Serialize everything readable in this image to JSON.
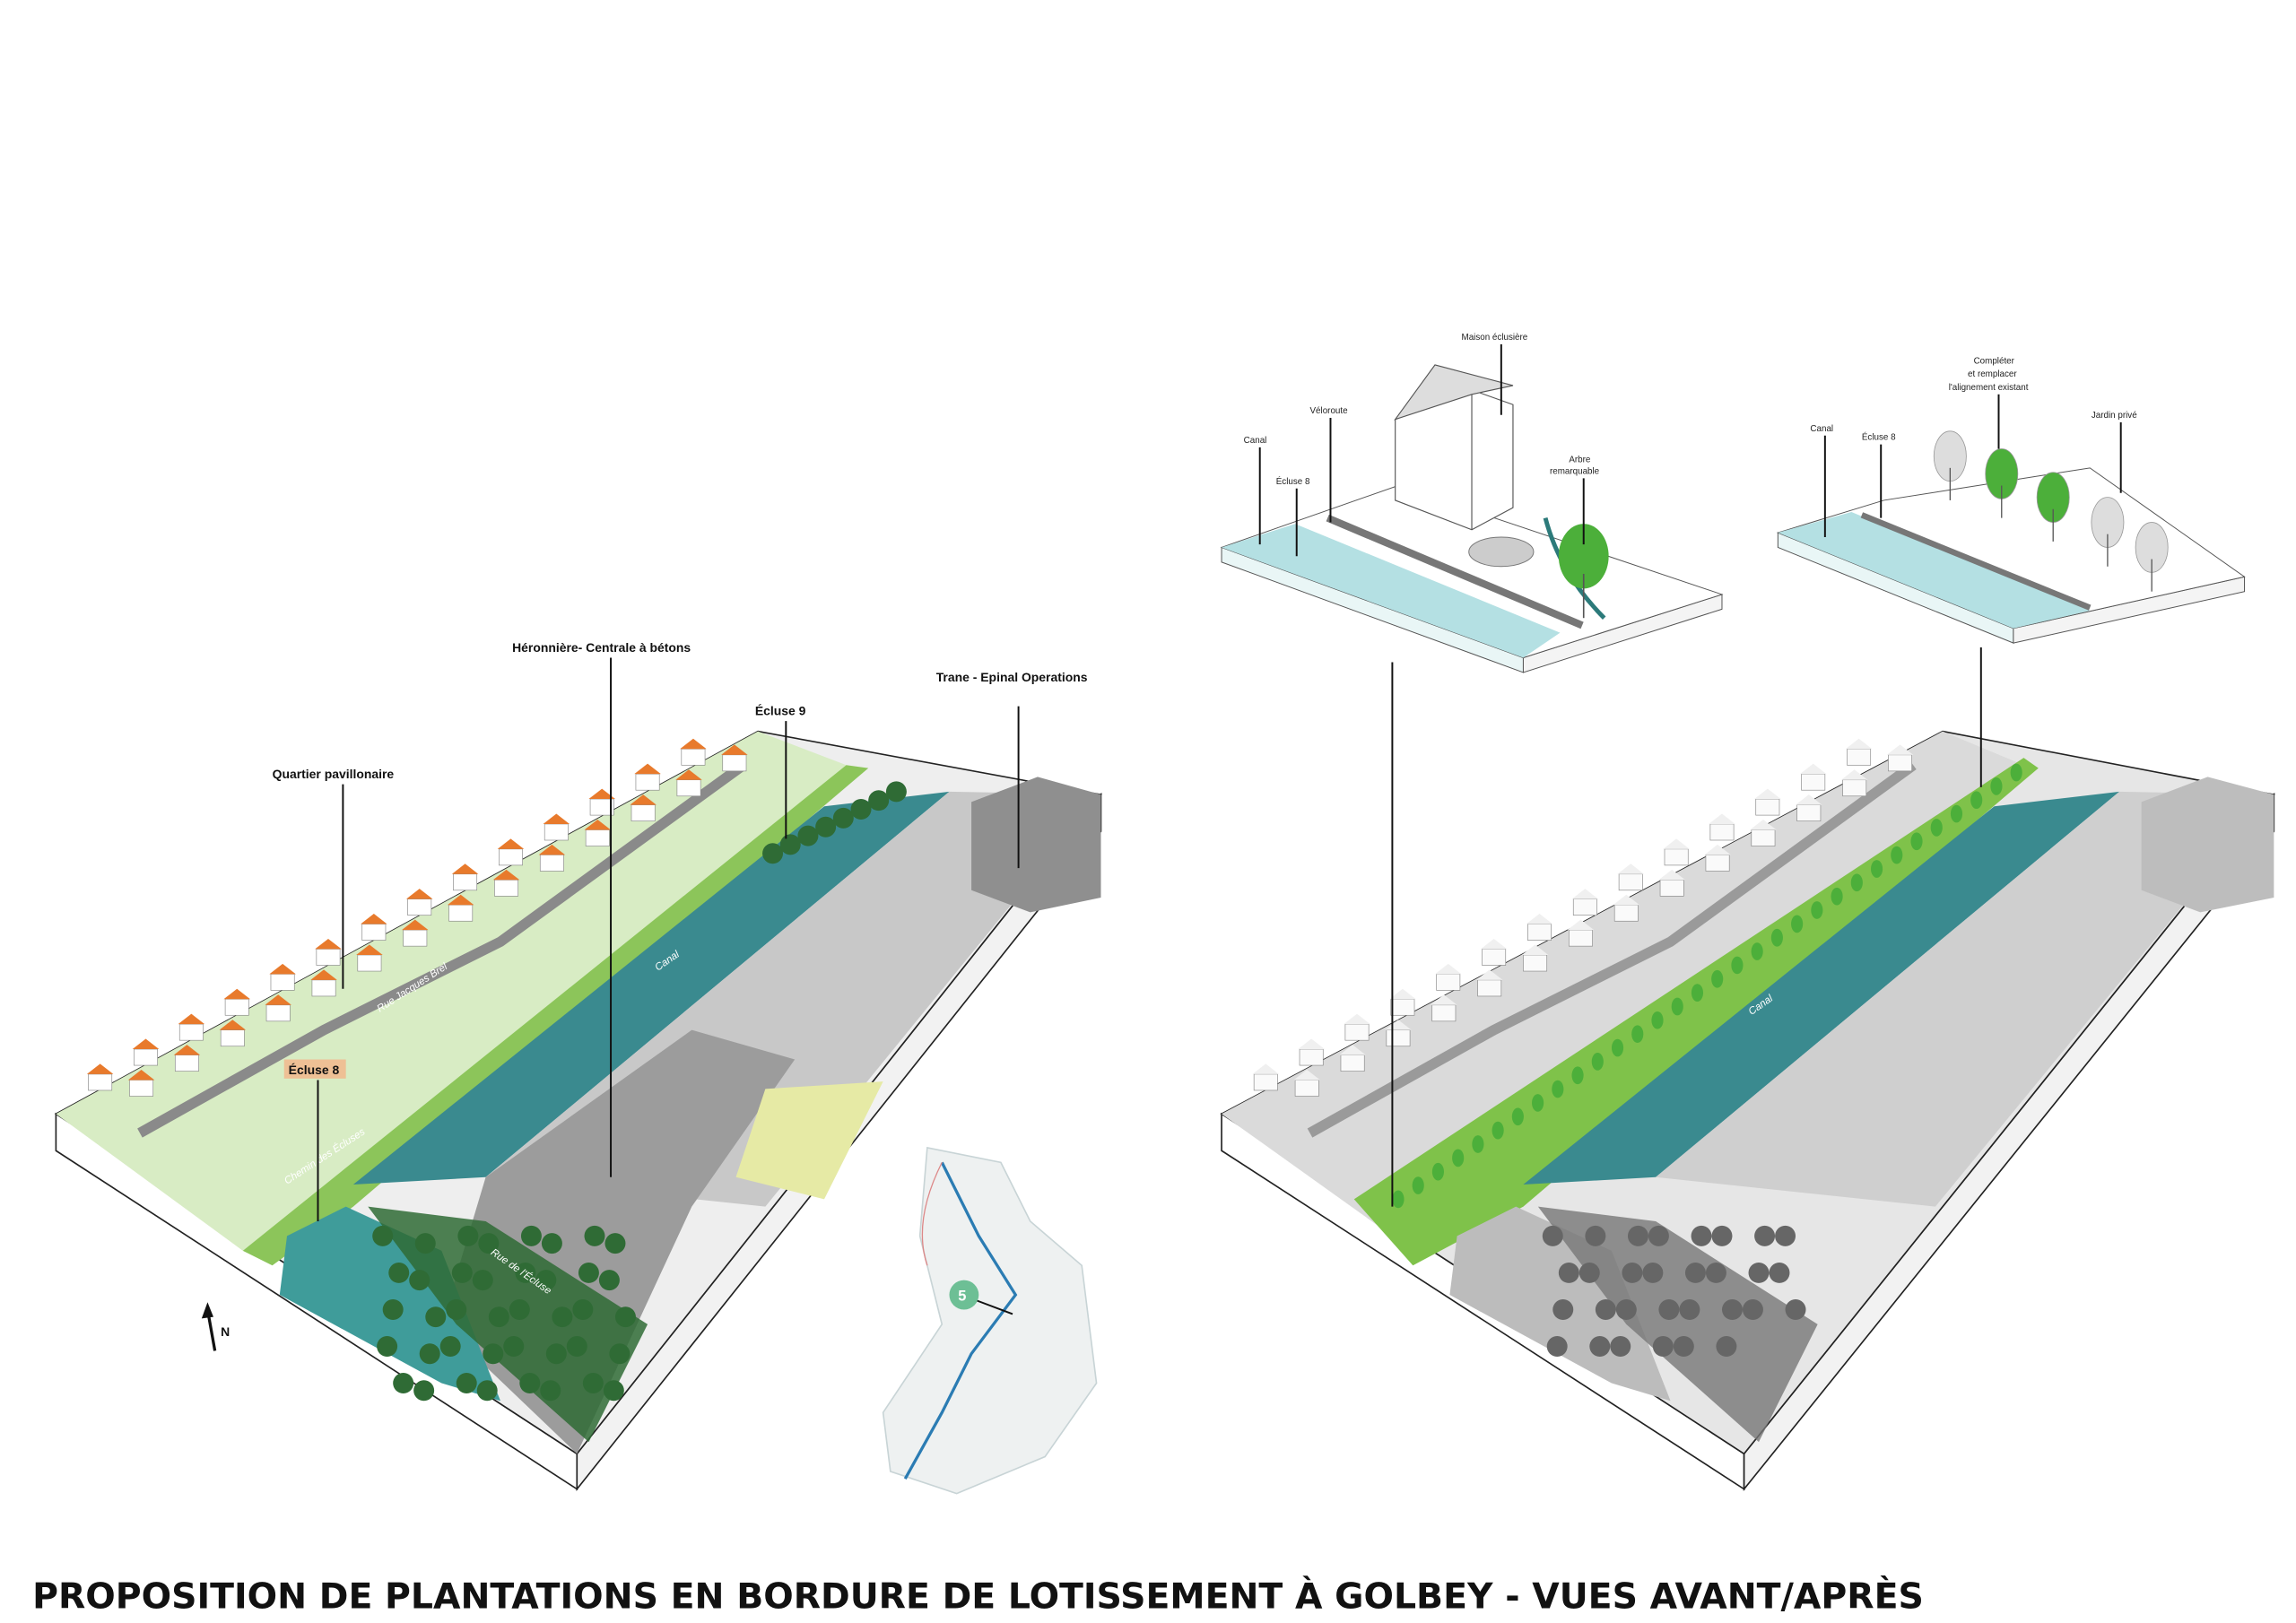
{
  "title": "PROPOSITION DE PLANTATIONS EN BORDURE DE LOTISSEMENT À GOLBEY - VUES AVANT/APRÈS",
  "before_view": {
    "labels": {
      "quartier": "Quartier pavillonaire",
      "heronniere": "Héronnière- Centrale à bétons",
      "ecluse9": "Écluse 9",
      "trane": "Trane - Epinal Operations",
      "ecluse8": "Écluse 8"
    },
    "streets": {
      "rue_jacques_brel": "Rue Jacques Brel",
      "chemin_ecluses": "Chemin des Écluses",
      "rue_ecluse": "Rue de l'Écluse",
      "canal": "Canal"
    },
    "north": "N"
  },
  "after_view": {
    "canal": "Canal"
  },
  "inset_left": {
    "maison": "Maison éclusière",
    "veloroute": "Véloroute",
    "canal": "Canal",
    "ecluse8": "Écluse 8",
    "arbre_1": "Arbre",
    "arbre_2": "remarquable"
  },
  "inset_right": {
    "completer_1": "Compléter",
    "completer_2": "et remplacer",
    "completer_3": "l'alignement existant",
    "jardin": "Jardin privé",
    "canal": "Canal",
    "ecluse8": "Écluse 8"
  },
  "locator_map": {
    "marker": "5"
  },
  "colors": {
    "canal": "#3a8a8f",
    "residential": "#d8ecc4",
    "roof": "#e87a2c",
    "tree": "#2f6b35",
    "tree_new": "#4caf3a",
    "industrial": "#a9a9a9",
    "inset_water": "#b4e0e3"
  }
}
